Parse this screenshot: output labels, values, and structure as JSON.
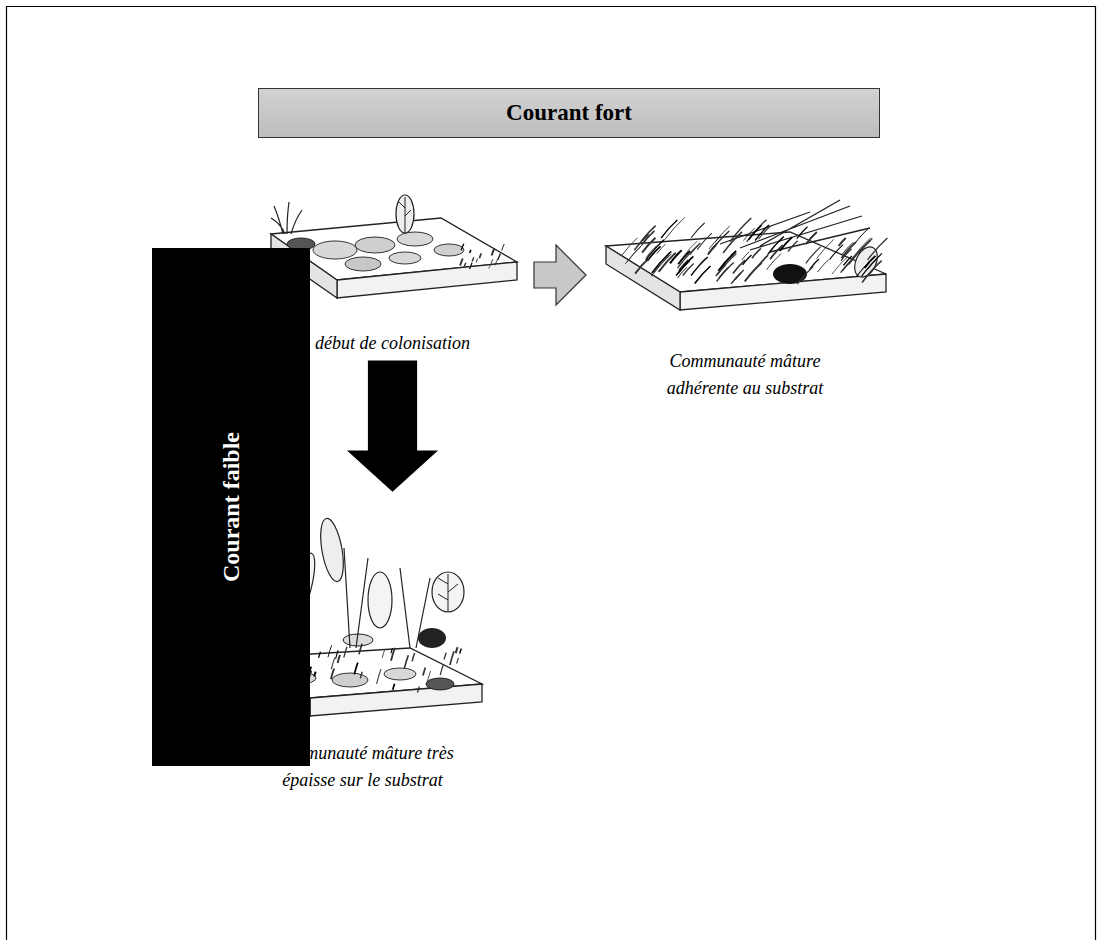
{
  "diagram": {
    "nodes": [
      {
        "text": [
          "Courant fort"
        ]
      },
      {
        "text": [
          "Courant faible"
        ]
      },
      {
        "text": [
          "début de colonisation"
        ]
      },
      {
        "text": [
          "Communauté mâture adhérente au substrat"
        ]
      },
      {
        "text": [
          "Communauté mâture très épaisse sur le substrat"
        ]
      }
    ],
    "edges": [
      {
        "from": 2,
        "to": 3,
        "arrow": "to"
      },
      {
        "from": 2,
        "to": 4,
        "arrow": "to"
      }
    ]
  }
}
